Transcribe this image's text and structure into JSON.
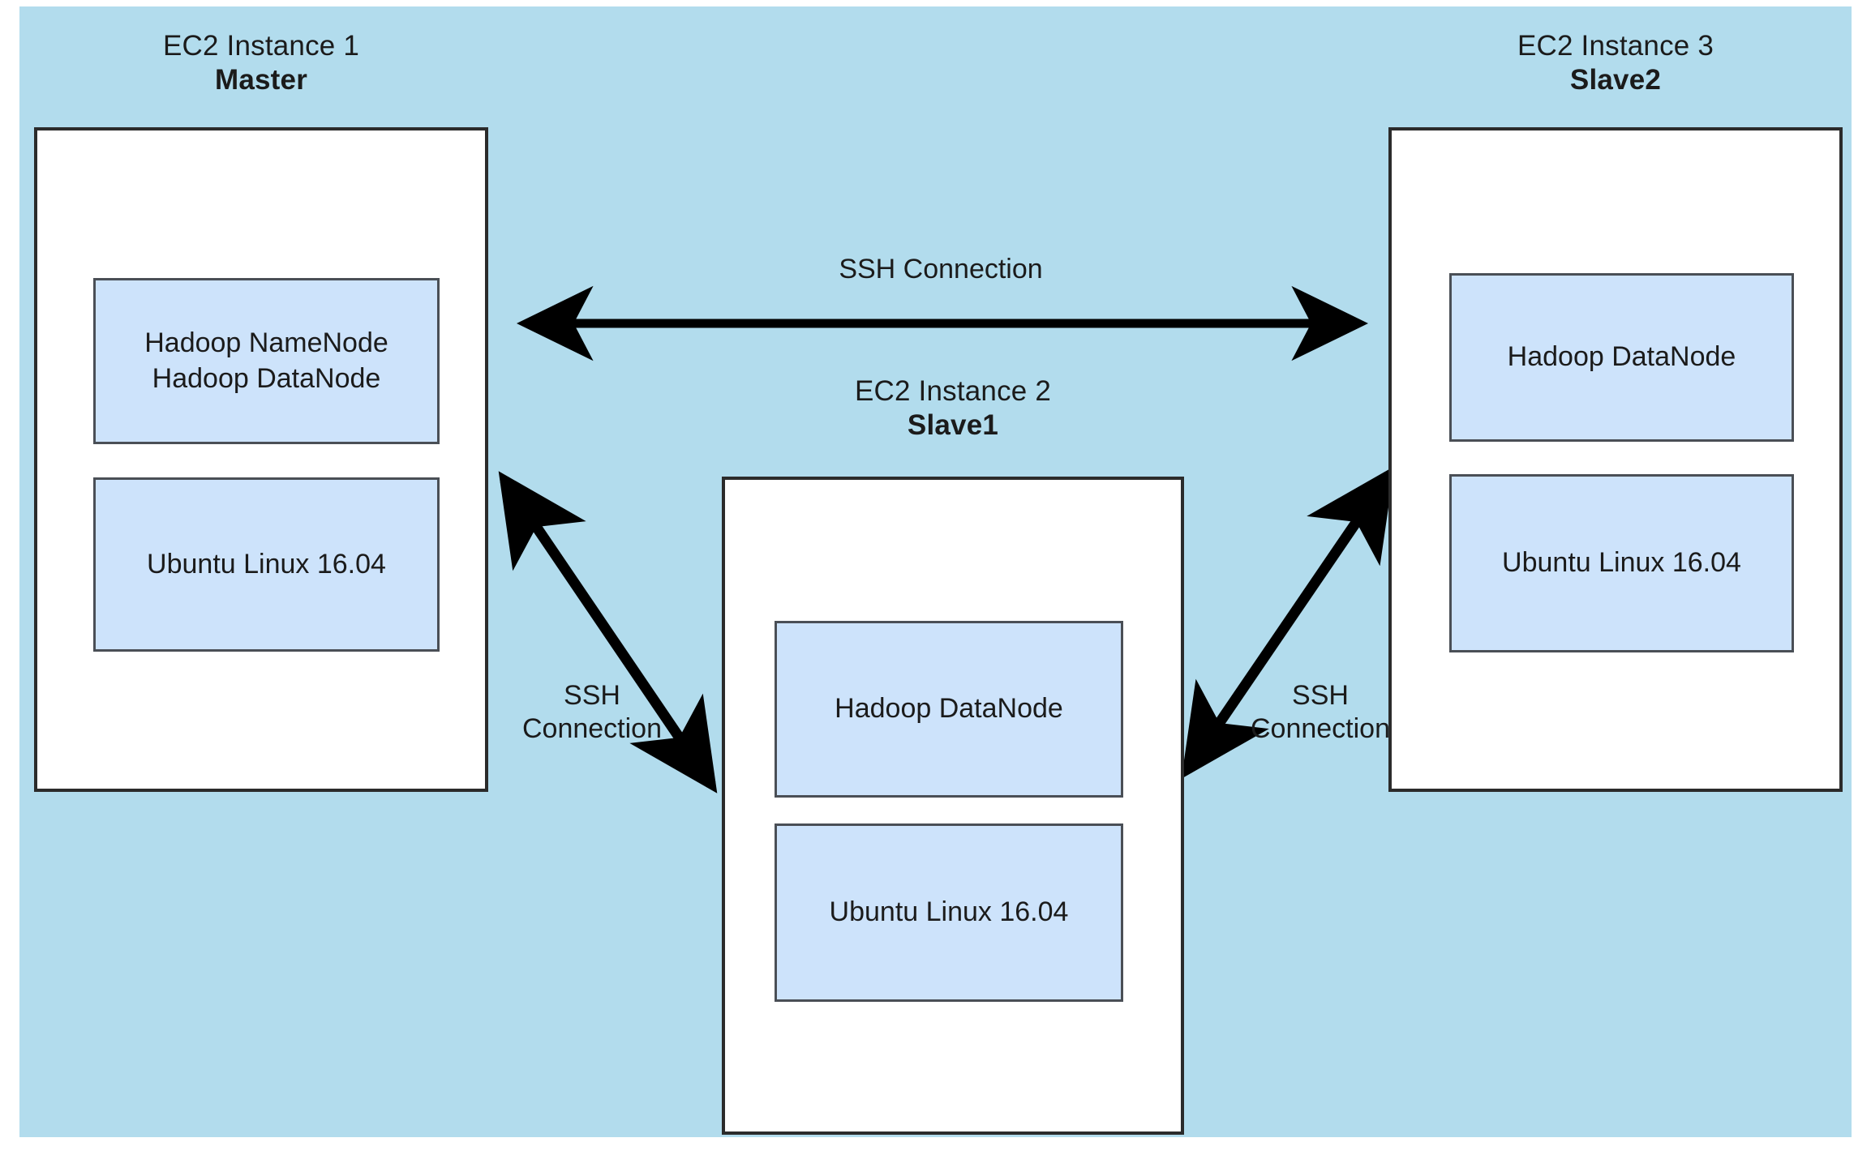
{
  "diagram": {
    "background_color": "#b2dced",
    "instance_fill": "#ffffff",
    "component_fill": "#cde3fb",
    "border_color": "#2b2b2b",
    "connector_color": "#000000"
  },
  "instances": [
    {
      "id": "master",
      "caption_line1": "EC2 Instance 1",
      "caption_line2": "Master",
      "components": [
        {
          "id": "master-hadoop",
          "label": "Hadoop NameNode\nHadoop DataNode"
        },
        {
          "id": "master-os",
          "label": "Ubuntu Linux 16.04"
        }
      ]
    },
    {
      "id": "slave1",
      "caption_line1": "EC2 Instance 2",
      "caption_line2": "Slave1",
      "components": [
        {
          "id": "slave1-hadoop",
          "label": "Hadoop DataNode"
        },
        {
          "id": "slave1-os",
          "label": "Ubuntu Linux 16.04"
        }
      ]
    },
    {
      "id": "slave2",
      "caption_line1": "EC2 Instance 3",
      "caption_line2": "Slave2",
      "components": [
        {
          "id": "slave2-hadoop",
          "label": "Hadoop DataNode"
        },
        {
          "id": "slave2-os",
          "label": "Ubuntu Linux 16.04"
        }
      ]
    }
  ],
  "connections": [
    {
      "id": "master-slave2",
      "label": "SSH Connection"
    },
    {
      "id": "master-slave1",
      "label": "SSH\nConnection"
    },
    {
      "id": "slave1-slave2",
      "label": "SSH\nConnection"
    }
  ]
}
